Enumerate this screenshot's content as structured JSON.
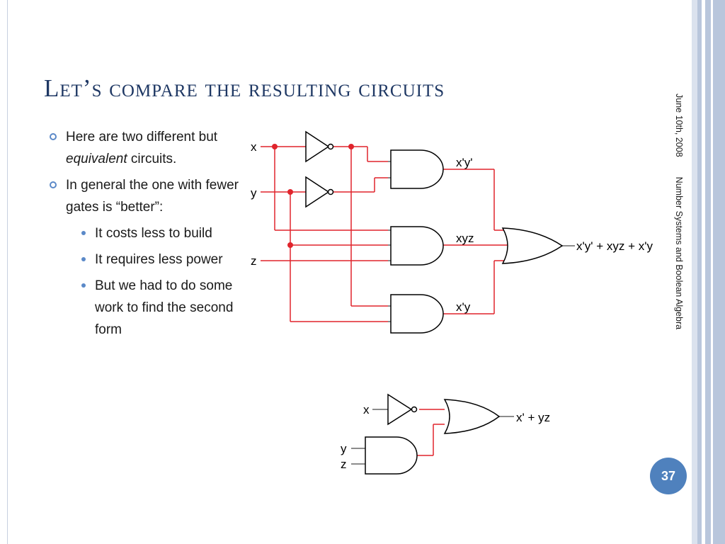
{
  "slide": {
    "title": "Let’s compare the resulting circuits",
    "page_number": "37",
    "date": "June 10th, 2008",
    "footer": "Number Systems and Boolean Algebra"
  },
  "bullets": {
    "b1_pre": "Here are two different but ",
    "b1_em": "equivalent",
    "b1_post": " circuits.",
    "b2": "In general the one with fewer gates is “better”:",
    "sub": [
      "It costs less to build",
      "It requires less power",
      "But we had to do some work to find the second form"
    ]
  },
  "circuit1": {
    "inputs": [
      "x",
      "y",
      "z"
    ],
    "gate_outputs": [
      "x'y'",
      "xyz",
      "x'y"
    ],
    "output": "x'y' + xyz + x'y"
  },
  "circuit2": {
    "inputs": [
      "x",
      "y",
      "z"
    ],
    "output": "x' + yz"
  },
  "colors": {
    "wire": "#e0242c",
    "title": "#1f3864",
    "bullet": "#5b89c8",
    "badge": "#4f81bd"
  }
}
